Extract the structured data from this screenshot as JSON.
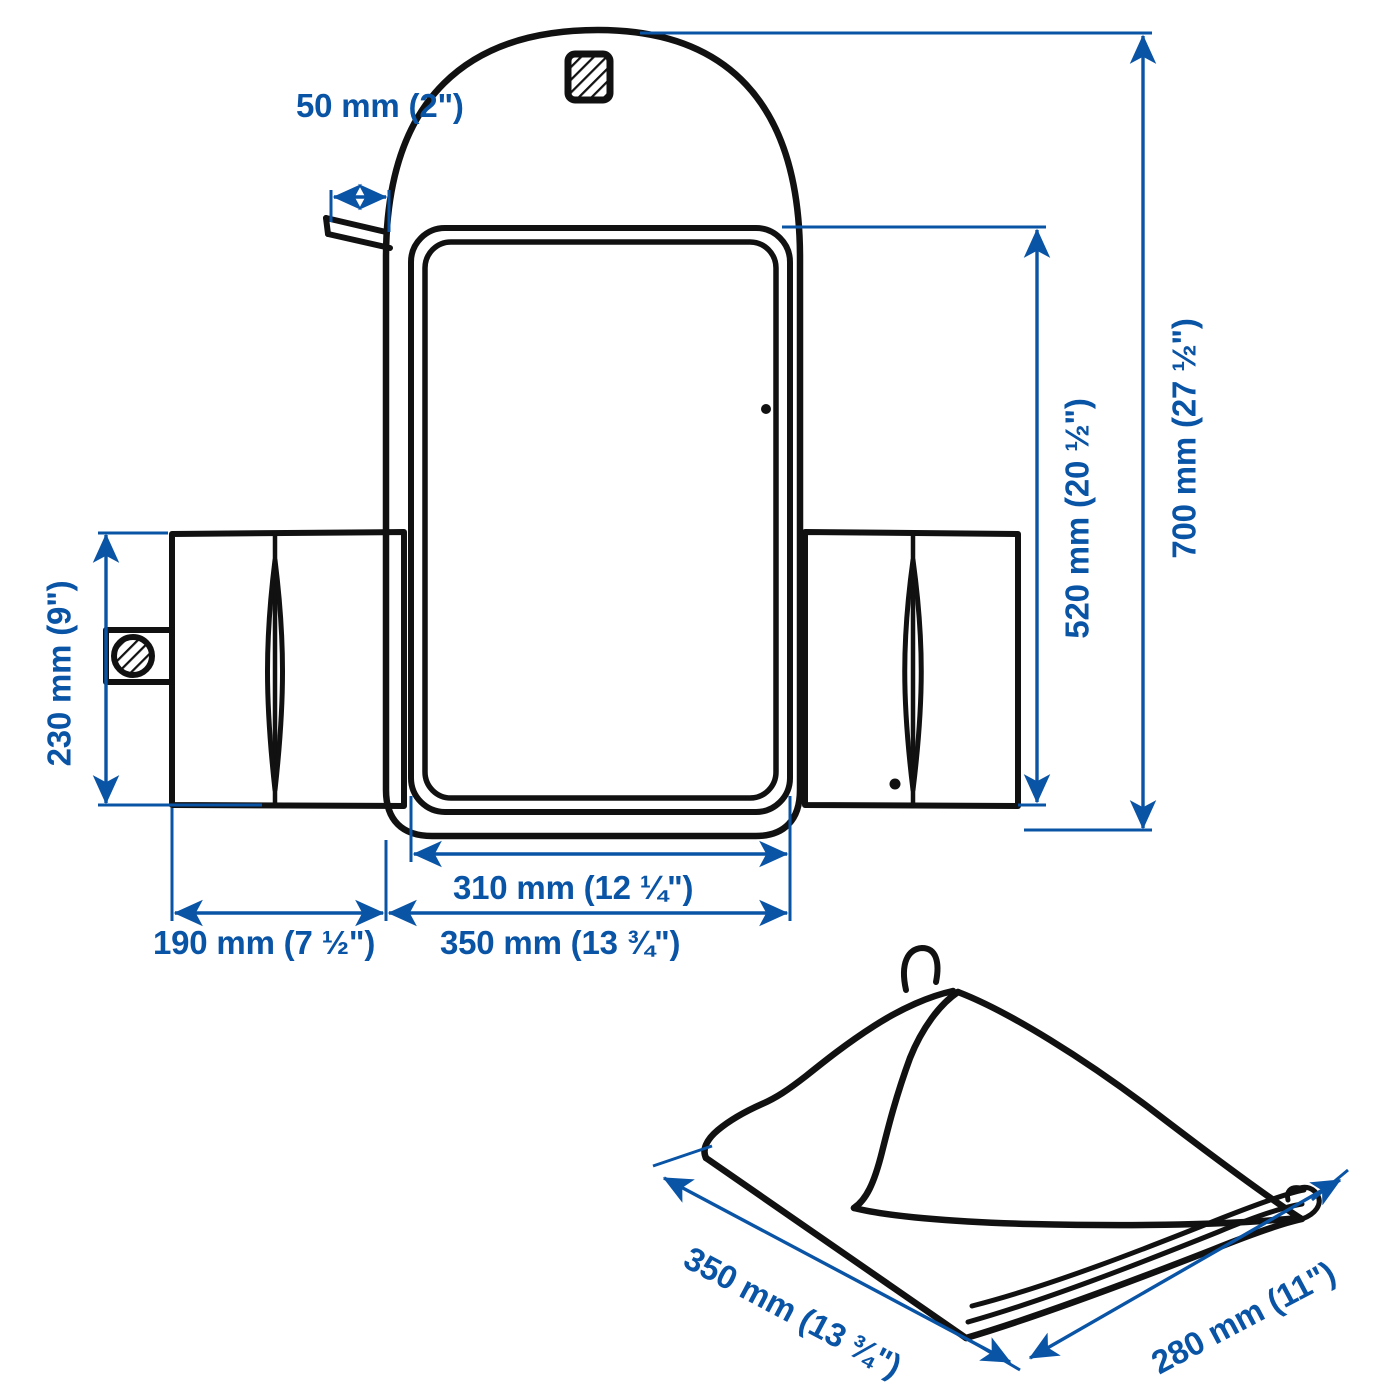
{
  "document": {
    "type": "product-dimension-drawing",
    "background_color": "#ffffff",
    "line_color": "#111111",
    "dimension_color": "#0a54a6"
  },
  "views": {
    "flat": {
      "name": "flat-open-view",
      "description": "Product shown opened flat with side wings and arched top"
    },
    "folded": {
      "name": "folded-view",
      "description": "Product shown folded with hanging loop"
    }
  },
  "dimensions": {
    "strap_width": "50 mm (2\")",
    "wing_height": "230 mm (9\")",
    "inner_panel_height": "520 mm (20 ½\")",
    "total_height": "700 mm (27 ½\")",
    "inner_panel_width": "310 mm (12 ¼\")",
    "wing_width": "190 mm (7 ½\")",
    "body_width": "350 mm (13 ¾\")",
    "folded_length": "350 mm (13 ¾\")",
    "folded_width": "280 mm (11\")"
  },
  "icons": {
    "hatched_square": "hatched-square-patch-icon",
    "hatched_circle": "hatched-circle-buckle-icon"
  }
}
